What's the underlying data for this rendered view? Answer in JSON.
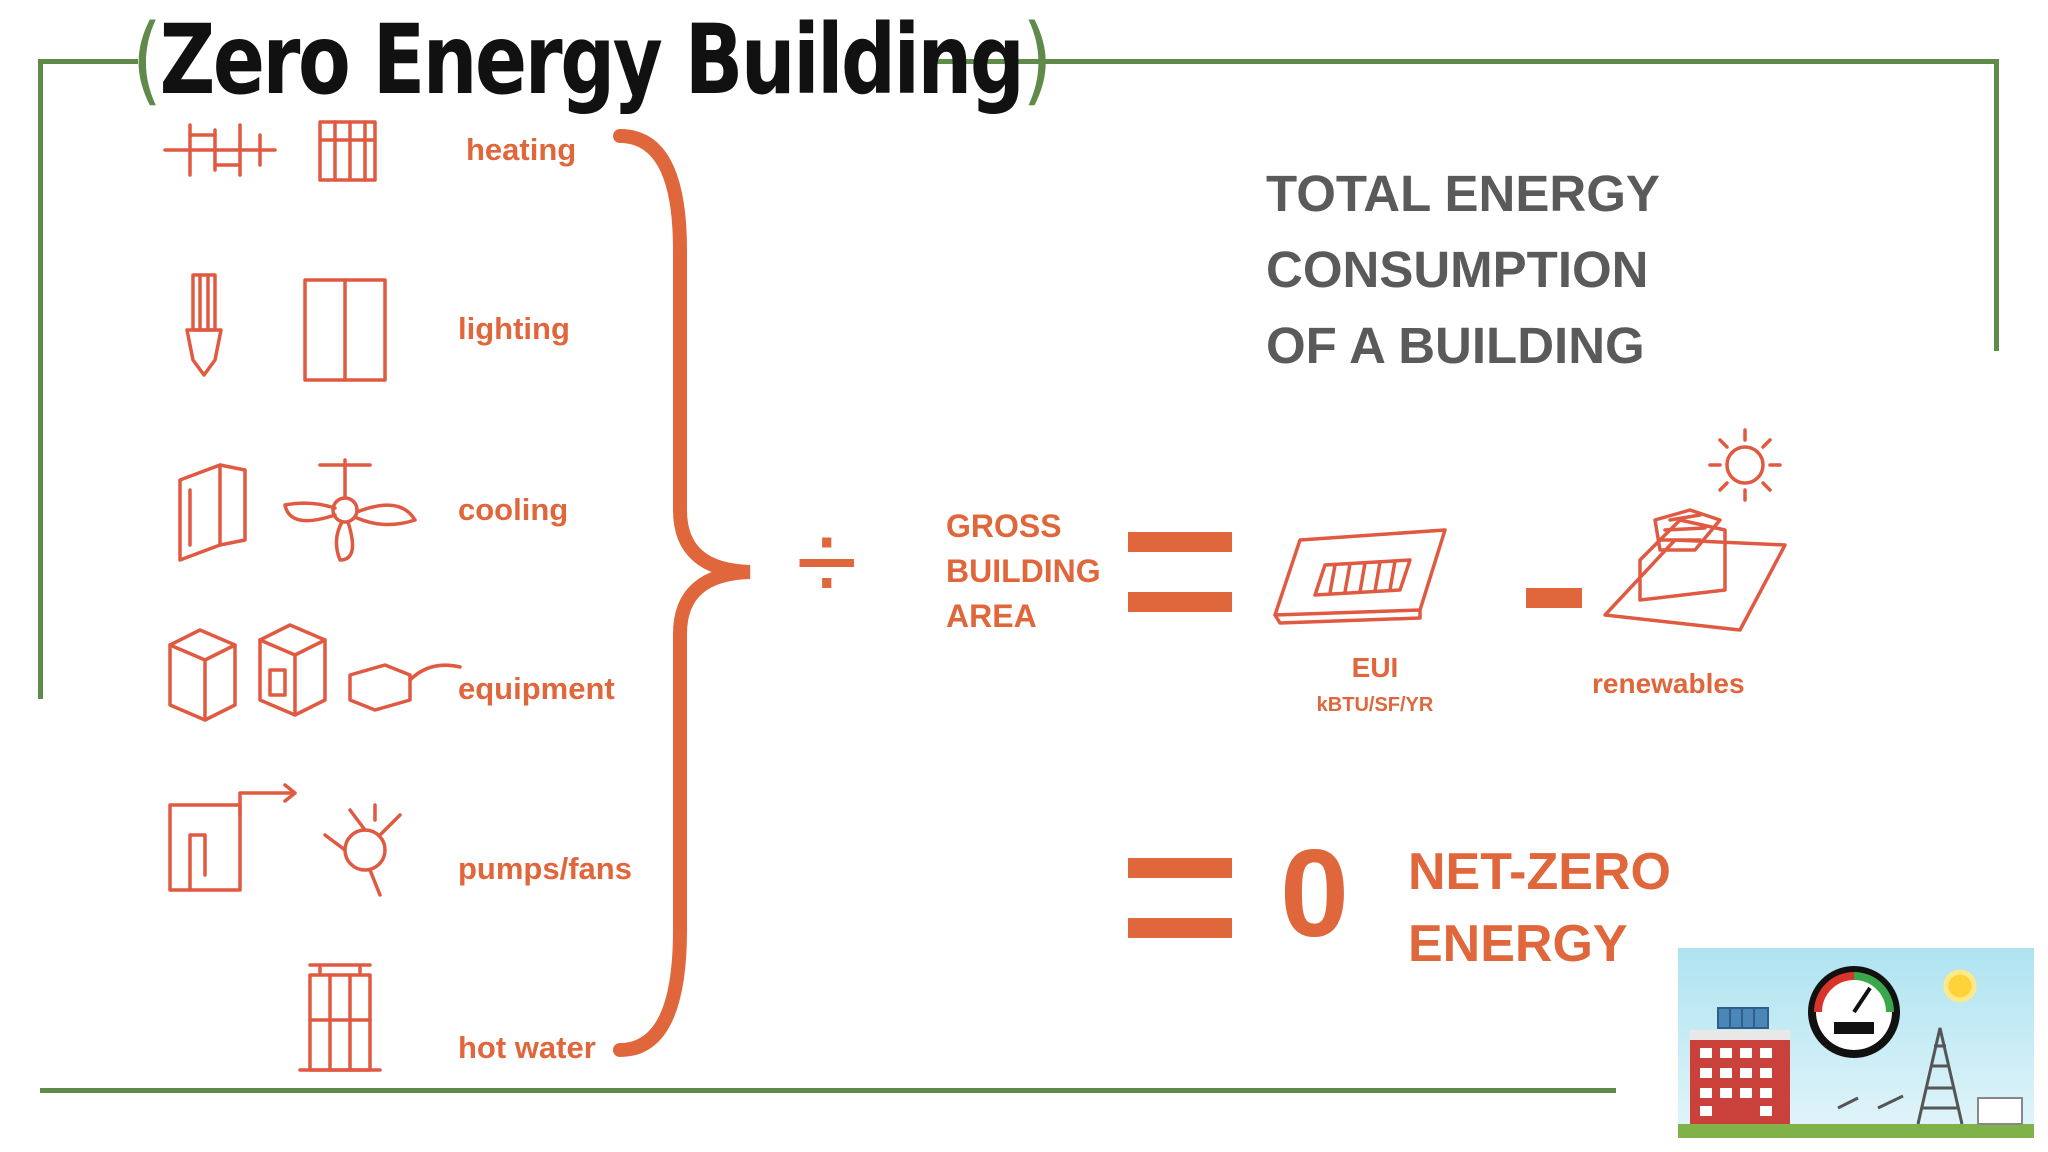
{
  "title": "Zero Energy Building",
  "categories": [
    {
      "label": "heating",
      "icon": "radiator-icon"
    },
    {
      "label": "lighting",
      "icon": "lightbulb-icon"
    },
    {
      "label": "cooling",
      "icon": "ceiling-fan-icon"
    },
    {
      "label": "equipment",
      "icon": "appliance-icon"
    },
    {
      "label": "pumps/fans",
      "icon": "pump-icon"
    },
    {
      "label": "hot water",
      "icon": "water-heater-icon"
    }
  ],
  "divide_symbol": "÷",
  "gross_area": [
    "GROSS",
    "BUILDING",
    "AREA"
  ],
  "total_energy": [
    "TOTAL ENERGY",
    "CONSUMPTION",
    "OF A BUILDING"
  ],
  "eui": {
    "label": "EUI",
    "unit": "kBTU/SF/YR"
  },
  "minus_symbol": "-",
  "renewables_label": "renewables",
  "zero_value": "0",
  "net_zero": [
    "NET-ZERO",
    "ENERGY"
  ],
  "colors": {
    "accent": "#e0663b",
    "frame": "#5f8a4a",
    "heading": "#5a5a5a"
  }
}
